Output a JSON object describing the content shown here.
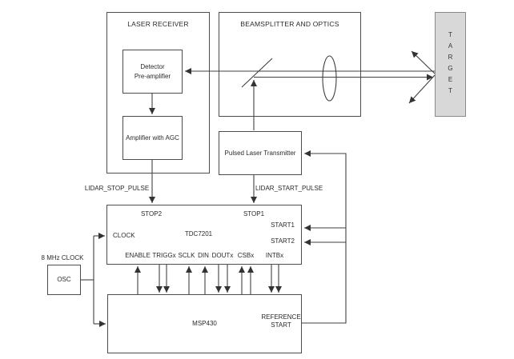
{
  "colors": {
    "background": "#ffffff",
    "line": "#3f3f3f",
    "box_border": "#4d4d4d",
    "text": "#2a2a2a",
    "target_fill": "#d8d8d8"
  },
  "blocks": {
    "laser_receiver": {
      "title": "LASER RECEIVER"
    },
    "detector": {
      "label": "Detector\nPre-amplifier"
    },
    "agc_amplifier": {
      "label": "Amplifier with AGC"
    },
    "beamsplitter_optics": {
      "title": "BEAMSPLITTER AND OPTICS"
    },
    "target": {
      "label": "TARGET"
    },
    "pulsed_laser_transmitter": {
      "label": "Pulsed Laser Transmitter"
    },
    "oscillator": {
      "label": "OSC",
      "caption": "8 MHz CLOCK"
    },
    "tdc7201": {
      "part_number": "TDC7201",
      "pin_stop2": "STOP2",
      "pin_stop1": "STOP1",
      "pin_clock": "CLOCK",
      "pin_start1": "START1",
      "pin_start2": "START2",
      "bottom_pins": [
        "ENABLE",
        "TRIGGx",
        "SCLK",
        "DIN",
        "DOUTx",
        "CSBx",
        "INTBx"
      ]
    },
    "msp430": {
      "part_number": "MSP430",
      "reference_start": "REFERENCE\nSTART"
    }
  },
  "signals": {
    "stop_pulse": "LIDAR_STOP_PULSE",
    "start_pulse": "LIDAR_START_PULSE"
  }
}
